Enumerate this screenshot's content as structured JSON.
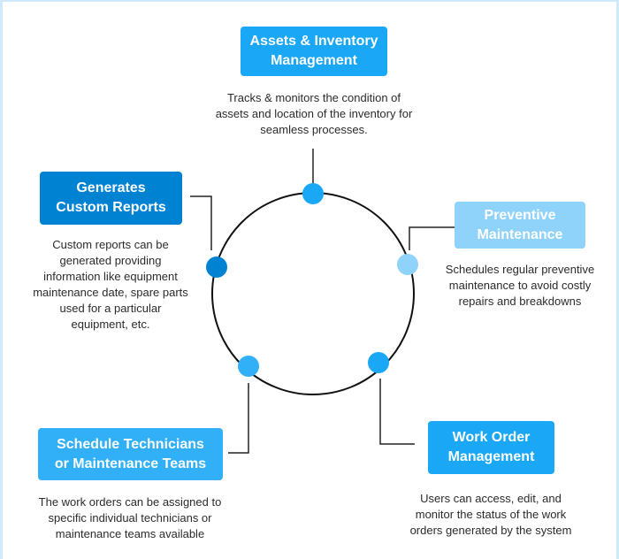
{
  "colors": {
    "bright_blue": "#1aa7f5",
    "dark_blue": "#0082d3",
    "light_blue": "#8fd3fb",
    "medium_blue": "#32b0f7",
    "ring": "#111111",
    "connector": "#222222",
    "frame": "#cfe8fb"
  },
  "nodes": [
    {
      "id": "assets",
      "title_lines": [
        "Assets & Inventory",
        "Management"
      ],
      "desc_lines": [
        "Tracks & monitors the condition of",
        "assets and location of the inventory for",
        "seamless processes."
      ]
    },
    {
      "id": "preventive",
      "title_lines": [
        "Preventive",
        "Maintenance"
      ],
      "desc_lines": [
        "Schedules regular preventive",
        "maintenance to avoid costly",
        "repairs and breakdowns"
      ]
    },
    {
      "id": "work-order",
      "title_lines": [
        "Work Order",
        "Management"
      ],
      "desc_lines": [
        "Users can access, edit, and",
        "monitor the status of the work",
        "orders generated by the system"
      ]
    },
    {
      "id": "schedule",
      "title_lines": [
        "Schedule Technicians",
        "or Maintenance Teams"
      ],
      "desc_lines": [
        "The work orders can be assigned to",
        "specific individual technicians or",
        "maintenance teams available"
      ]
    },
    {
      "id": "reports",
      "title_lines": [
        "Generates",
        "Custom Reports"
      ],
      "desc_lines": [
        "Custom reports can be",
        "generated providing",
        "information like equipment",
        "maintenance date, spare parts",
        "used for a particular",
        "equipment, etc."
      ]
    }
  ]
}
